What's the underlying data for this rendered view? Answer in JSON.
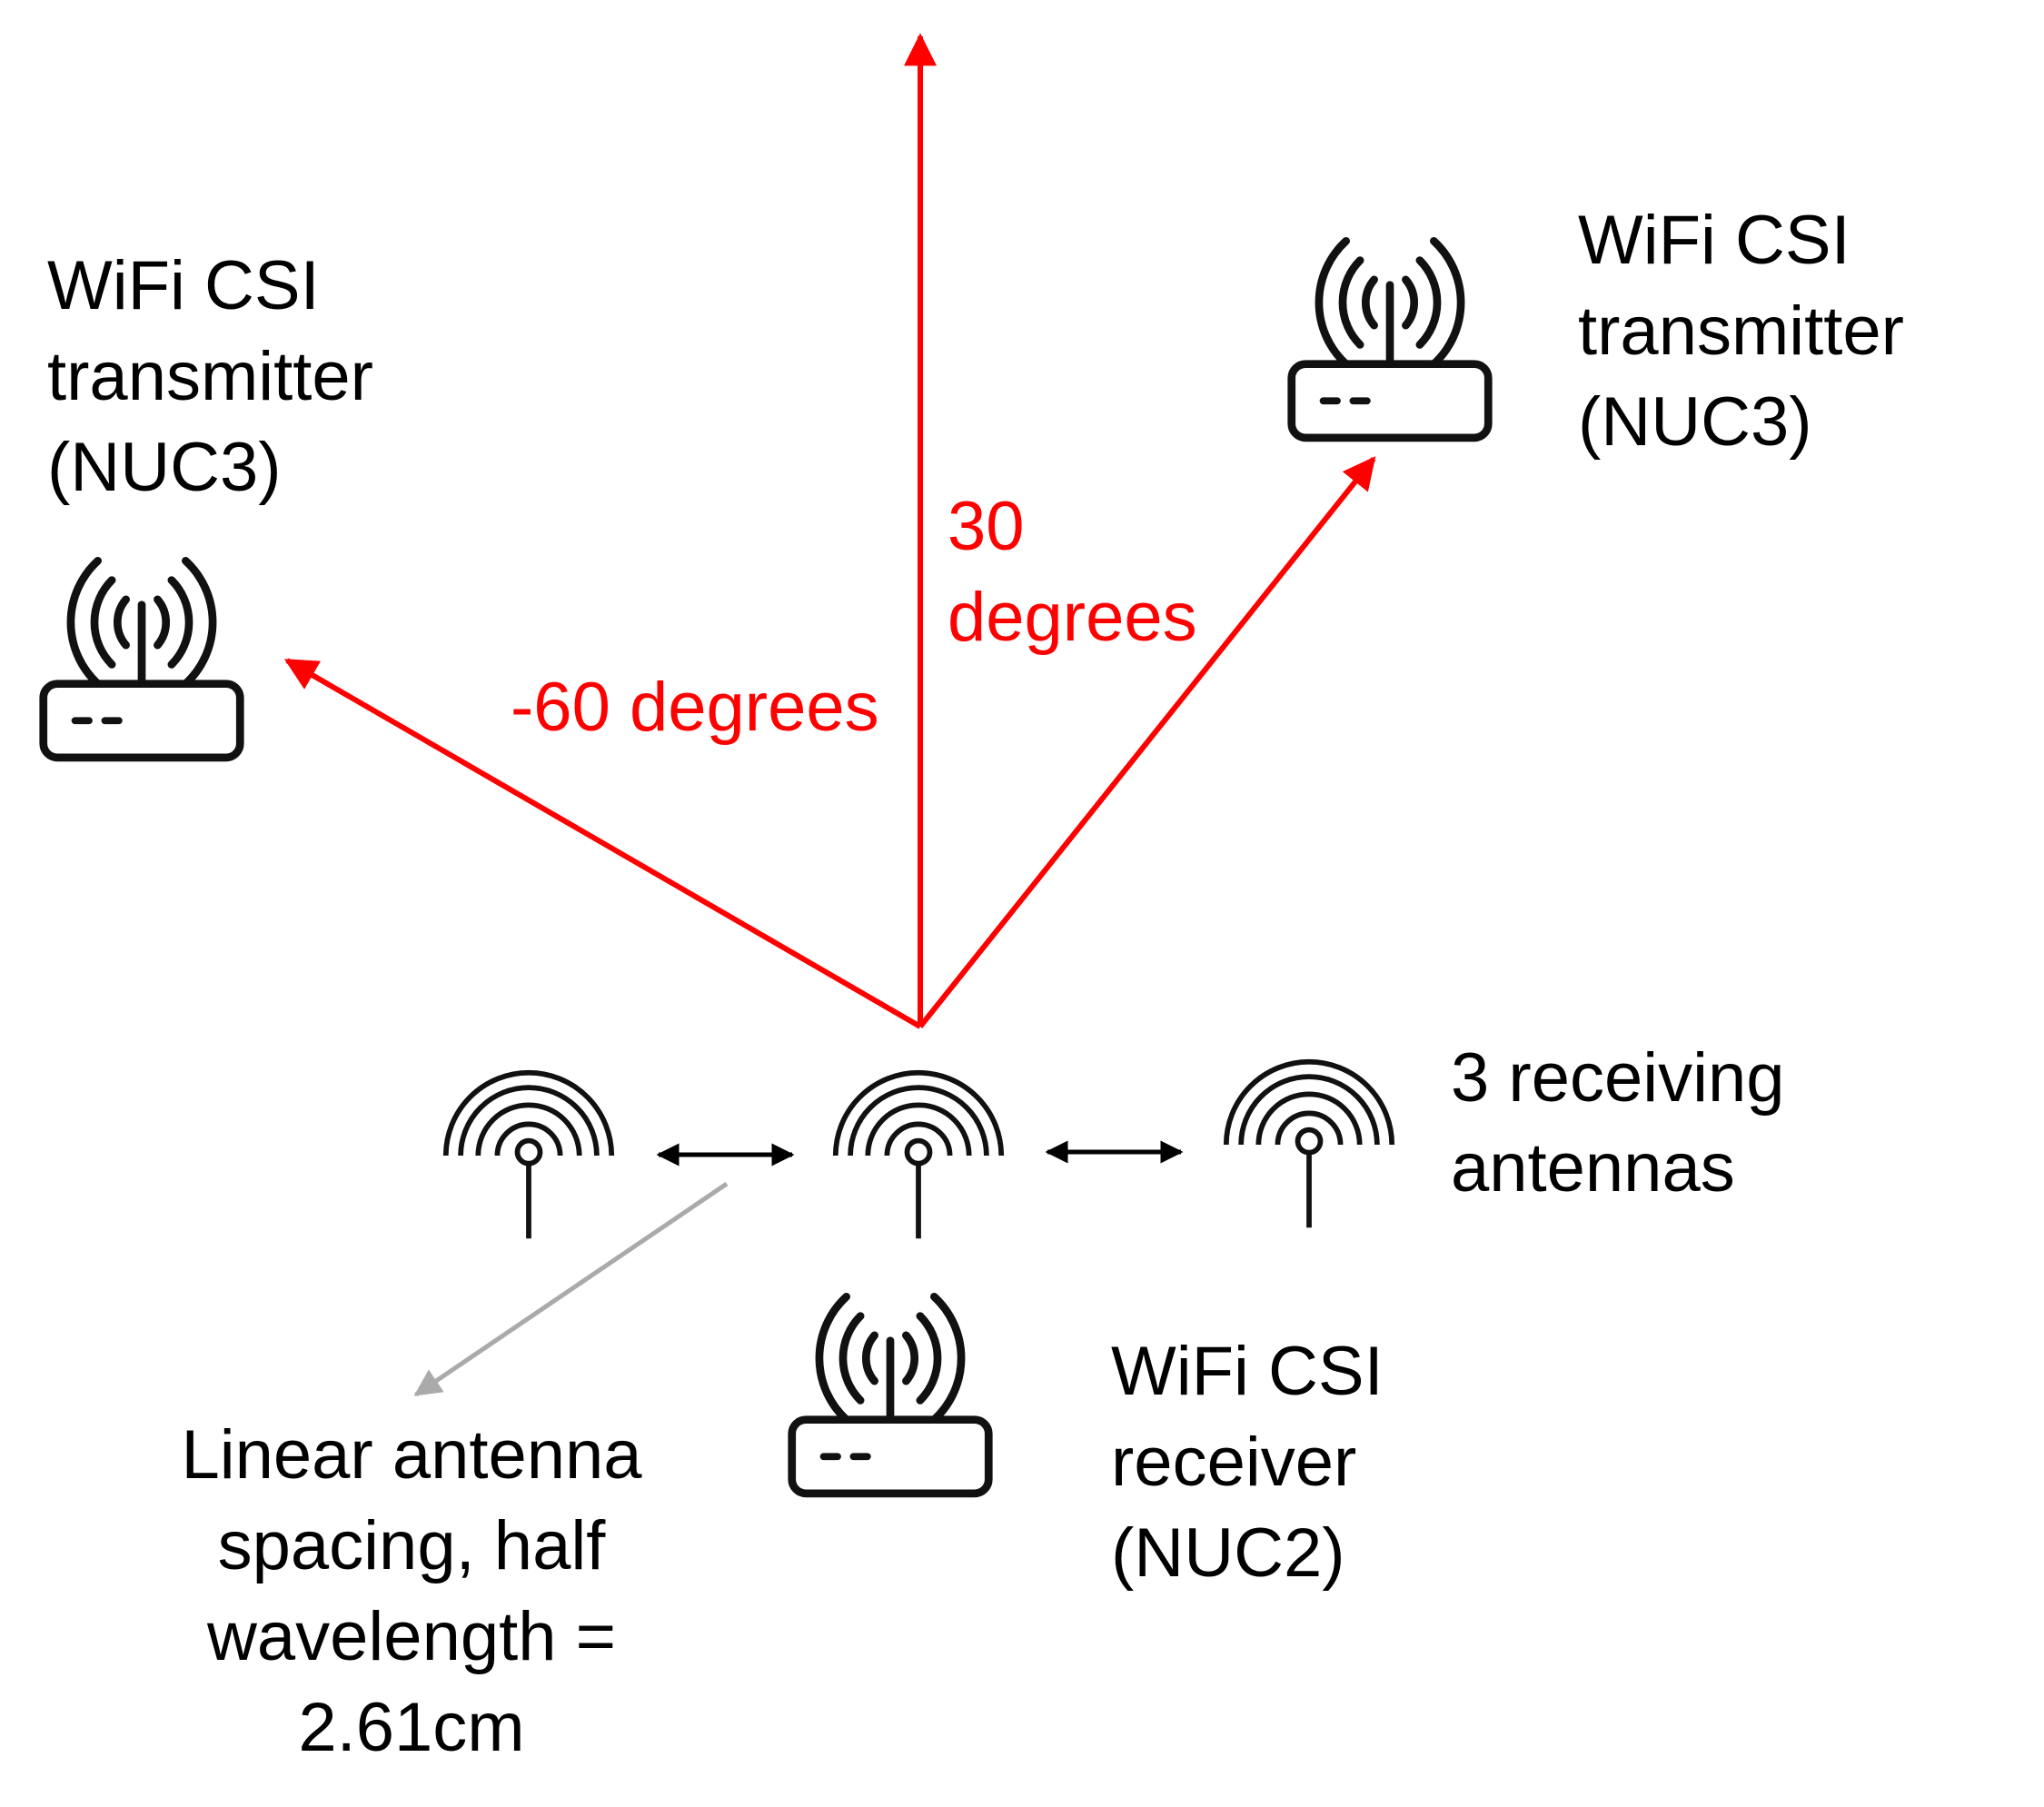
{
  "colors": {
    "angle_arrows": "#ff0000",
    "spacing_arrows": "#000000",
    "pointer_arrow": "#aaaaaa",
    "text": "#000000",
    "icons": "#111111"
  },
  "labels": {
    "tx_left": [
      "WiFi CSI",
      "transmitter",
      "(NUC3)"
    ],
    "tx_right": [
      "WiFi CSI",
      "transmitter",
      "(NUC3)"
    ],
    "angle_neg60": "-60 degrees",
    "angle_30": [
      "30",
      "degrees"
    ],
    "receiving_antennas": [
      "3 receiving",
      "antennas"
    ],
    "receiver": [
      "WiFi CSI",
      "receiver",
      "(NUC2)"
    ],
    "spacing_note": [
      "Linear antenna",
      "spacing, half",
      "wavelength =",
      "2.61cm"
    ]
  },
  "icons": {
    "transmitter_left": "router-icon",
    "transmitter_right": "router-icon",
    "receiver": "router-icon",
    "antennas": [
      "antenna-icon",
      "antenna-icon",
      "antenna-icon"
    ]
  }
}
